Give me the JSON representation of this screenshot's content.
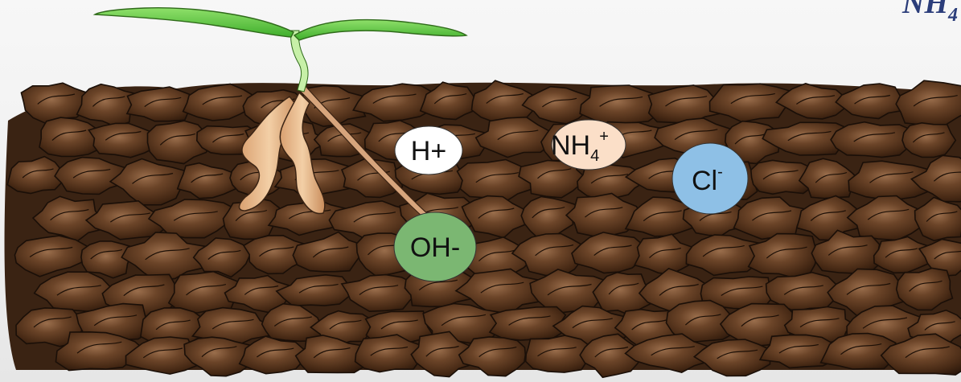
{
  "ions": {
    "h_plus": {
      "label": "H+",
      "fill": "#ffffff"
    },
    "nh4": {
      "base": "NH",
      "sub": "4",
      "sup": "+",
      "fill": "#fbdfc8"
    },
    "cl": {
      "base": "Cl",
      "sup": "-",
      "fill": "#8ec0e6"
    },
    "oh": {
      "label": "OH-",
      "fill": "#7bb772"
    }
  },
  "corner_formula": {
    "base": "NH",
    "sub": "4"
  },
  "colors": {
    "soil_dark": "#3b2414",
    "soil_mid": "#5a3820",
    "soil_light": "#8a6040",
    "root": "#e9b98a",
    "leaf": "#6ad04a"
  },
  "icons": [
    "plant-seedling-icon",
    "soil-clod-icon"
  ]
}
